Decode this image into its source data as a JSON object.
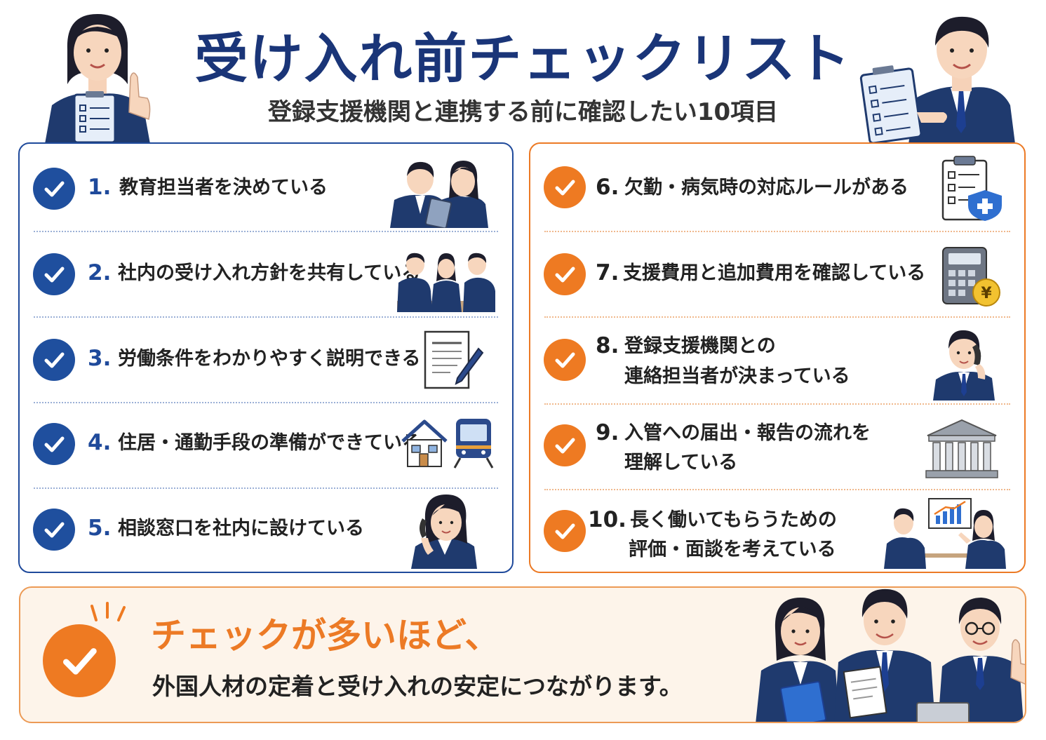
{
  "header": {
    "title": "受け入れ前チェックリスト",
    "subtitle": "登録支援機関と連携する前に確認したい10項目"
  },
  "left_items": [
    {
      "number": "1.",
      "text": "教育担当者を決めている",
      "icon": "two-staff-with-tablet-icon"
    },
    {
      "number": "2.",
      "text": "社内の受け入れ方針を共有している",
      "icon": "meeting-icon"
    },
    {
      "number": "3.",
      "text": "労働条件をわかりやすく説明できる",
      "icon": "document-pen-icon"
    },
    {
      "number": "4.",
      "text": "住居・通勤手段の準備ができている",
      "icon": "house-and-train-icon"
    },
    {
      "number": "5.",
      "text": "相談窓口を社内に設けている",
      "icon": "woman-on-phone-icon"
    }
  ],
  "right_items": [
    {
      "number": "6.",
      "lines": [
        "欠勤・病気時の対応ルールがある"
      ],
      "icon": "clipboard-shield-icon"
    },
    {
      "number": "7.",
      "lines": [
        "支援費用と追加費用を確認している"
      ],
      "icon": "calculator-yen-icon"
    },
    {
      "number": "8.",
      "lines": [
        "登録支援機関との",
        "連絡担当者が決まっている"
      ],
      "icon": "man-on-phone-icon"
    },
    {
      "number": "9.",
      "lines": [
        "入管への届出・報告の流れを",
        "理解している"
      ],
      "icon": "government-building-icon"
    },
    {
      "number": "10.",
      "lines": [
        "長く働いてもらうための",
        "評価・面談を考えている"
      ],
      "icon": "evaluation-meeting-icon"
    }
  ],
  "footer": {
    "headline": "チェックが多いほど、",
    "message": "外国人材の定着と受け入れの安定につながります。"
  },
  "colors": {
    "navy": "#1f4a9b",
    "orange": "#ee7a22",
    "title": "#1a3578"
  }
}
